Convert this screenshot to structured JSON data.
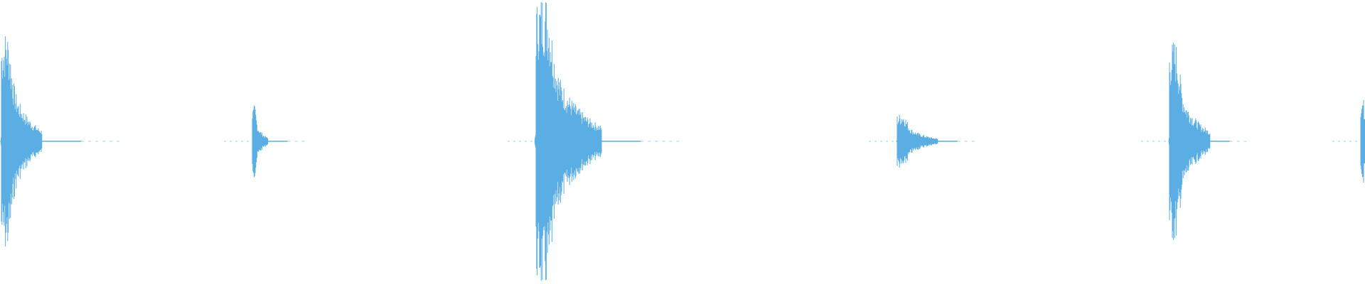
{
  "waveform": {
    "color": "#5aaee3",
    "baseline_color": "#9fd0f1",
    "peak_amplitude_scale": "linear",
    "bursts": [
      {
        "peak_amplitude": 0.74,
        "decay": "medium",
        "tail": "long"
      },
      {
        "peak_amplitude": 0.24,
        "decay": "fast",
        "tail": "short"
      },
      {
        "peak_amplitude": 1.0,
        "decay": "slow",
        "tail": "long"
      },
      {
        "peak_amplitude": 0.19,
        "decay": "medium",
        "tail": "short"
      },
      {
        "peak_amplitude": 0.68,
        "decay": "medium",
        "tail": "short"
      },
      {
        "peak_amplitude": 0.3,
        "decay": "fast",
        "tail": "short"
      }
    ]
  }
}
